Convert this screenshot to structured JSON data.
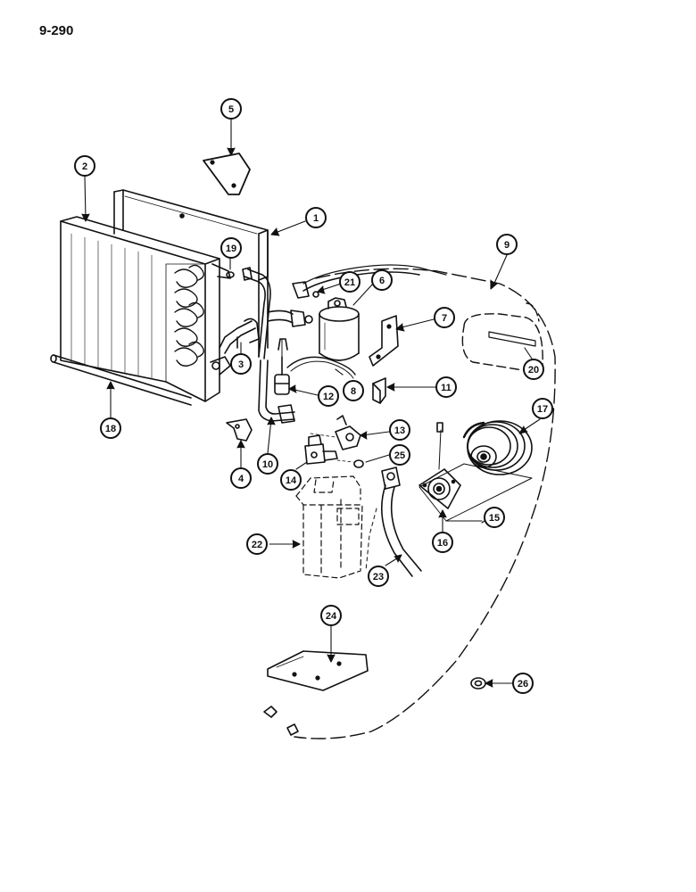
{
  "page_number": "9-290",
  "colors": {
    "ink": "#111111",
    "paper": "#ffffff"
  },
  "callouts": {
    "c1": "1",
    "c2": "2",
    "c3": "3",
    "c4": "4",
    "c5": "5",
    "c6": "6",
    "c7": "7",
    "c8": "8",
    "c9": "9",
    "c10": "10",
    "c11": "11",
    "c12": "12",
    "c13": "13",
    "c14": "14",
    "c15": "15",
    "c16": "16",
    "c17": "17",
    "c18": "18",
    "c19": "19",
    "c20": "20",
    "c21": "21",
    "c22": "22",
    "c23": "23",
    "c24": "24",
    "c25": "25",
    "c26": "26"
  }
}
